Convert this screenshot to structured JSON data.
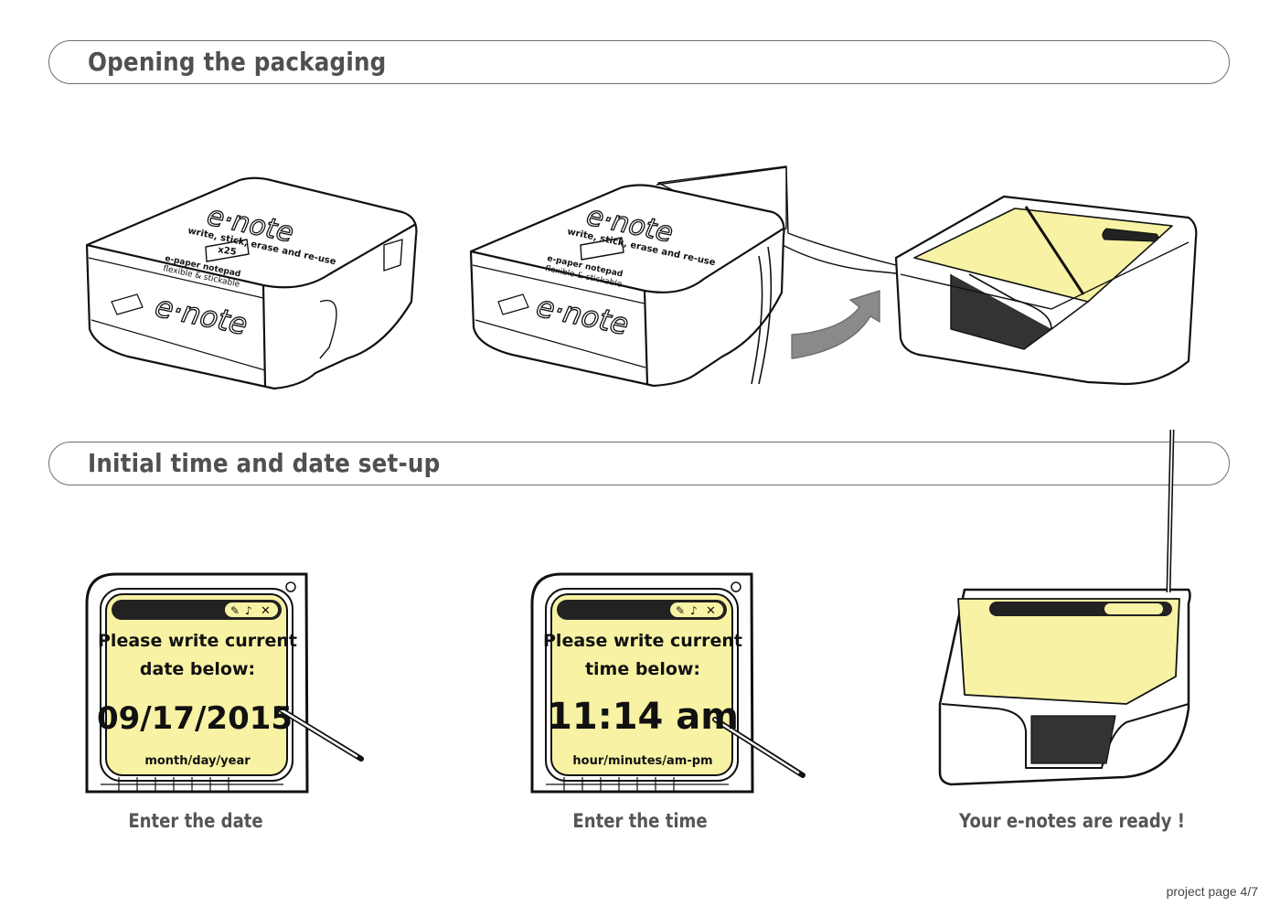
{
  "sections": {
    "opening": {
      "title": "Opening the packaging"
    },
    "setup": {
      "title": "Initial time and date set-up"
    }
  },
  "packaging": {
    "brand": "e·note",
    "tagline": "write, stick, erase and re-use",
    "product_line": "e-paper notepad",
    "product_sub": "flexible & stickable",
    "badge": "x25"
  },
  "steps": [
    {
      "prompt_line1": "Please write current",
      "prompt_line2": "date below:",
      "value": "09/17/2015",
      "hint": "month/day/year",
      "caption": "Enter the date"
    },
    {
      "prompt_line1": "Please write current",
      "prompt_line2": "time below:",
      "value": "11:14 am",
      "hint": "hour/minutes/am-pm",
      "caption": "Enter the time"
    },
    {
      "caption": "Your e-notes are ready !"
    }
  ],
  "colors": {
    "note_yellow": "#f8f2a4",
    "outline": "#111111",
    "arrow_gray": "#8a8a8a"
  },
  "footer": {
    "text": "project page 4/7"
  }
}
